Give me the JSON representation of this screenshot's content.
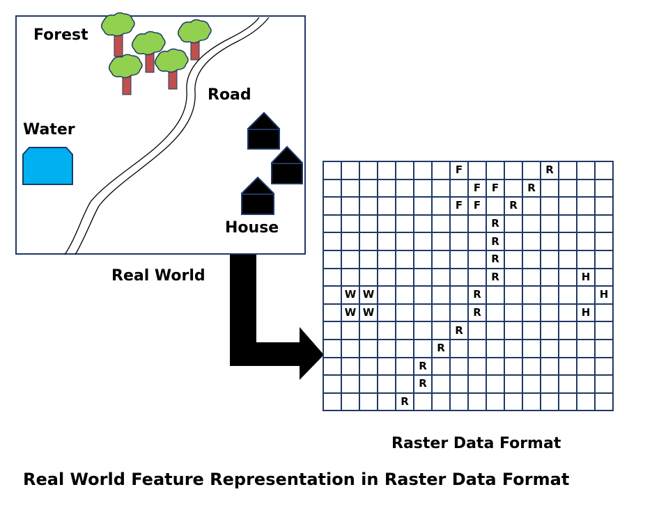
{
  "real_world": {
    "labels": {
      "forest": "Forest",
      "road": "Road",
      "water": "Water",
      "house": "House"
    },
    "caption": "Real World",
    "colors": {
      "water": "#00b0f0",
      "tree_canopy": "#92d050",
      "tree_trunk": "#c0504d",
      "house": "#000000",
      "frame": "#1f3864"
    }
  },
  "raster": {
    "caption": "Raster Data Format",
    "rows": [
      [
        "",
        "",
        "",
        "",
        "",
        "",
        "",
        "F",
        "",
        "",
        "",
        "",
        "R",
        "",
        "",
        ""
      ],
      [
        "",
        "",
        "",
        "",
        "",
        "",
        "",
        "",
        "F",
        "F",
        "",
        "R",
        "",
        "",
        "",
        ""
      ],
      [
        "",
        "",
        "",
        "",
        "",
        "",
        "",
        "F",
        "F",
        "",
        "R",
        "",
        "",
        "",
        "",
        ""
      ],
      [
        "",
        "",
        "",
        "",
        "",
        "",
        "",
        "",
        "",
        "R",
        "",
        "",
        "",
        "",
        "",
        ""
      ],
      [
        "",
        "",
        "",
        "",
        "",
        "",
        "",
        "",
        "",
        "R",
        "",
        "",
        "",
        "",
        "",
        ""
      ],
      [
        "",
        "",
        "",
        "",
        "",
        "",
        "",
        "",
        "",
        "R",
        "",
        "",
        "",
        "",
        "",
        ""
      ],
      [
        "",
        "",
        "",
        "",
        "",
        "",
        "",
        "",
        "",
        "R",
        "",
        "",
        "",
        "",
        "H",
        ""
      ],
      [
        "",
        "W",
        "W",
        "",
        "",
        "",
        "",
        "",
        "R",
        "",
        "",
        "",
        "",
        "",
        "",
        "H"
      ],
      [
        "",
        "W",
        "W",
        "",
        "",
        "",
        "",
        "",
        "R",
        "",
        "",
        "",
        "",
        "",
        "H",
        ""
      ],
      [
        "",
        "",
        "",
        "",
        "",
        "",
        "",
        "R",
        "",
        "",
        "",
        "",
        "",
        "",
        "",
        ""
      ],
      [
        "",
        "",
        "",
        "",
        "",
        "",
        "R",
        "",
        "",
        "",
        "",
        "",
        "",
        "",
        "",
        ""
      ],
      [
        "",
        "",
        "",
        "",
        "",
        "R",
        "",
        "",
        "",
        "",
        "",
        "",
        "",
        "",
        "",
        ""
      ],
      [
        "",
        "",
        "",
        "",
        "",
        "R",
        "",
        "",
        "",
        "",
        "",
        "",
        "",
        "",
        "",
        ""
      ],
      [
        "",
        "",
        "",
        "",
        "R",
        "",
        "",
        "",
        "",
        "",
        "",
        "",
        "",
        "",
        "",
        ""
      ]
    ]
  },
  "title": "Real World Feature Representation in Raster Data Format"
}
